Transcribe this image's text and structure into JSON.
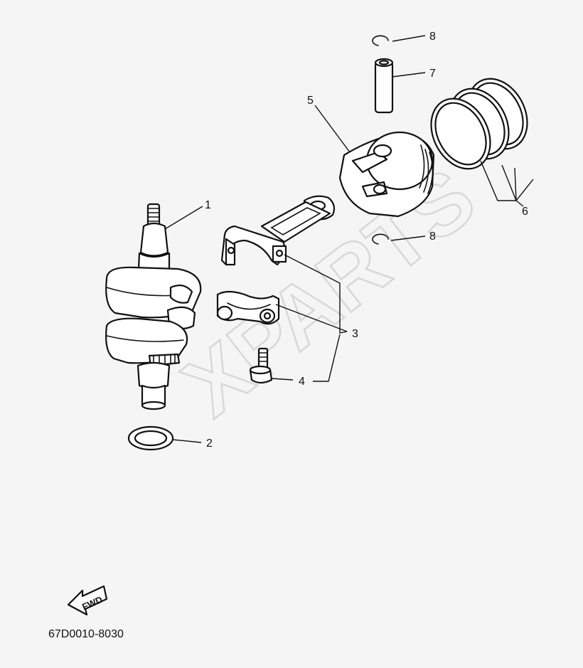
{
  "diagram": {
    "callouts": {
      "crankshaft": "1",
      "oil_seal": "2",
      "connecting_rod": "3",
      "rod_bolt": "4",
      "piston": "5",
      "piston_ring_set": "6",
      "piston_pin": "7",
      "pin_clip_top": "8",
      "pin_clip_bottom": "8"
    },
    "forward_arrow_label": "FWD",
    "drawing_code": "67D0010-8030",
    "watermark": "XPARTS"
  }
}
